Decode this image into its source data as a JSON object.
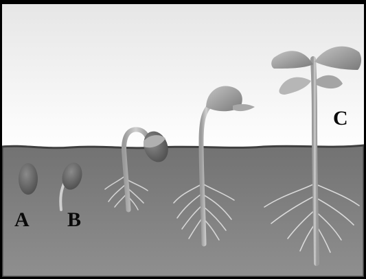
{
  "labels": {
    "a": "A",
    "b": "B",
    "c": "C"
  },
  "colors": {
    "sky_top": "#e9e9e9",
    "sky_bottom": "#ffffff",
    "soil_top": "#7b7b7b",
    "soil_bottom": "#8e8e8e",
    "soil_edge": "#4a4a4a",
    "seed": "#5e5e5e",
    "stem": "#b8b8b8",
    "root": "#d4d4d4",
    "leaf": "#9e9e9e",
    "frame": "#000000"
  }
}
